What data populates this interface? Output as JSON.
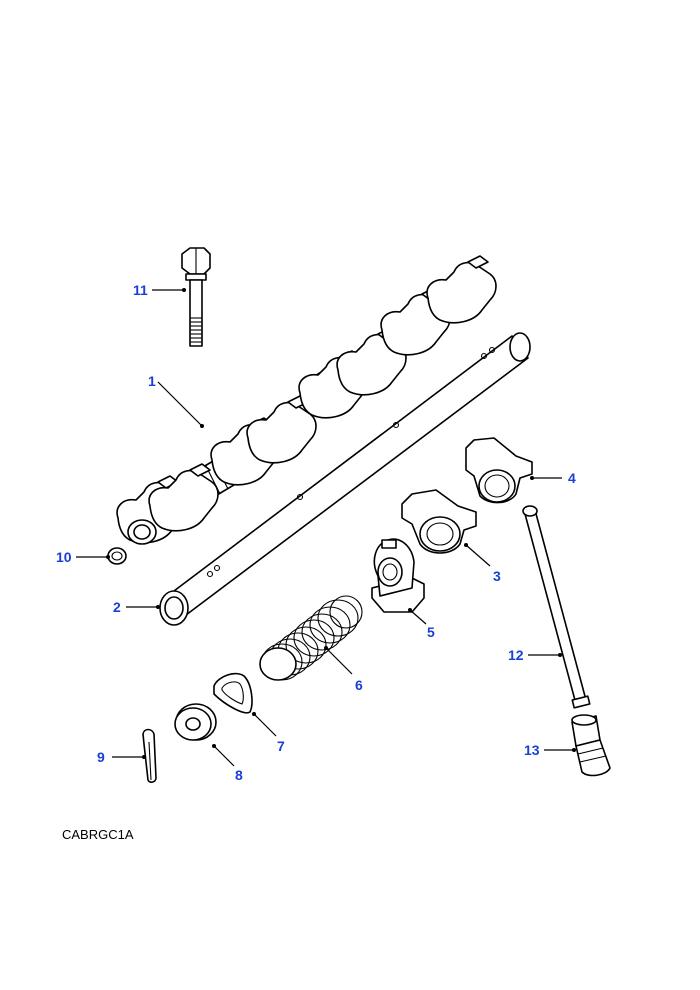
{
  "drawing_code": "CABRGC1A",
  "callout_color": "#1a3fd6",
  "callouts": {
    "c1": "1",
    "c2": "2",
    "c3": "3",
    "c4": "4",
    "c5": "5",
    "c6": "6",
    "c7": "7",
    "c8": "8",
    "c9": "9",
    "c10": "10",
    "c11": "11",
    "c12": "12",
    "c13": "13"
  }
}
